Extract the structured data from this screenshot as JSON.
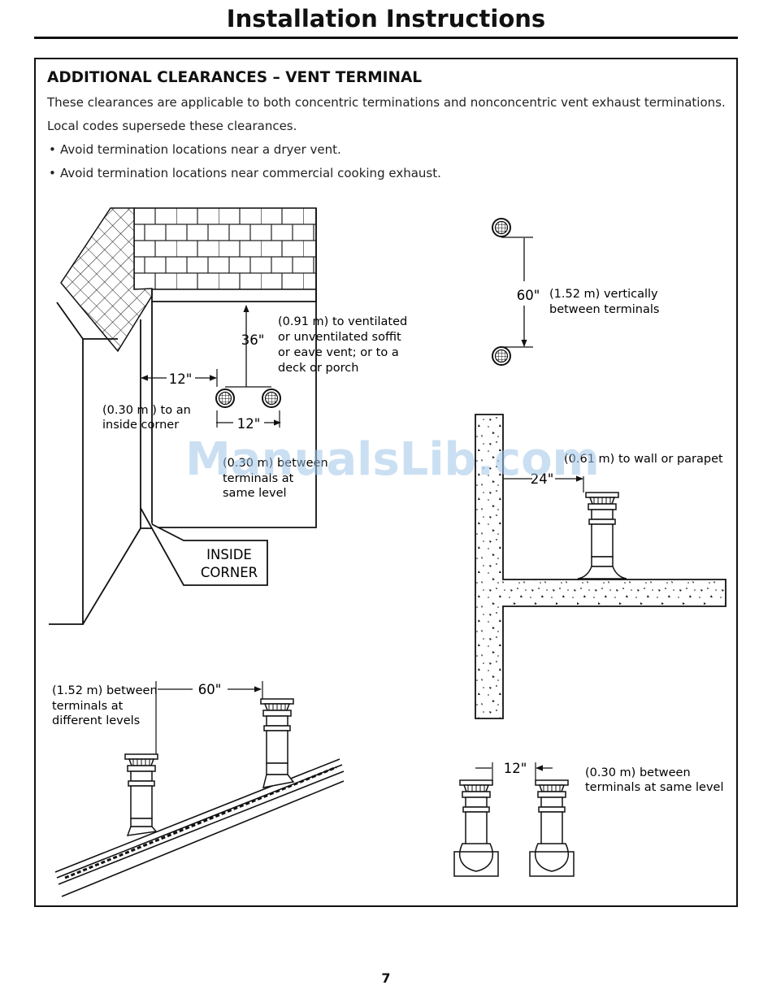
{
  "header": {
    "title": "Installation Instructions"
  },
  "section": {
    "heading": "ADDITIONAL CLEARANCES – VENT TERMINAL",
    "intro": "These clearances are applicable to both concentric terminations and nonconcentric vent exhaust terminations.",
    "note": "Local codes supersede these clearances.",
    "bullets": [
      "Avoid termination locations near a dryer vent.",
      "Avoid termination locations near commercial cooking exhaust."
    ]
  },
  "diagram_wall": {
    "dim_36": "36\"",
    "soffit_lines": [
      "(0.91 m) to ventilated",
      "or unventilated soffit",
      "or eave vent; or to a",
      "deck or porch"
    ],
    "dim_12_corner": "12\"",
    "corner_lines": [
      "(0.30 m ) to an",
      "inside corner"
    ],
    "dim_12_between": "12\"",
    "between_lines": [
      "(0.30 m) between",
      "terminals at",
      "same level"
    ],
    "callout_lines": [
      "INSIDE",
      "CORNER"
    ]
  },
  "diagram_vertical": {
    "dim_60": "60\"",
    "desc_lines": [
      "(1.52 m) vertically",
      "between terminals"
    ]
  },
  "diagram_parapet": {
    "dim_24": "24\"",
    "desc": "(0.61 m) to wall or parapet"
  },
  "diagram_roof": {
    "dim_60": "60\"",
    "desc_lines": [
      "(1.52 m) between",
      "terminals at",
      "different levels"
    ]
  },
  "diagram_same_level": {
    "dim_12": "12\"",
    "desc_lines": [
      "(0.30 m) between",
      "terminals at same level"
    ]
  },
  "watermark": "ManualsLib.com",
  "footer": {
    "page_number": "7"
  }
}
